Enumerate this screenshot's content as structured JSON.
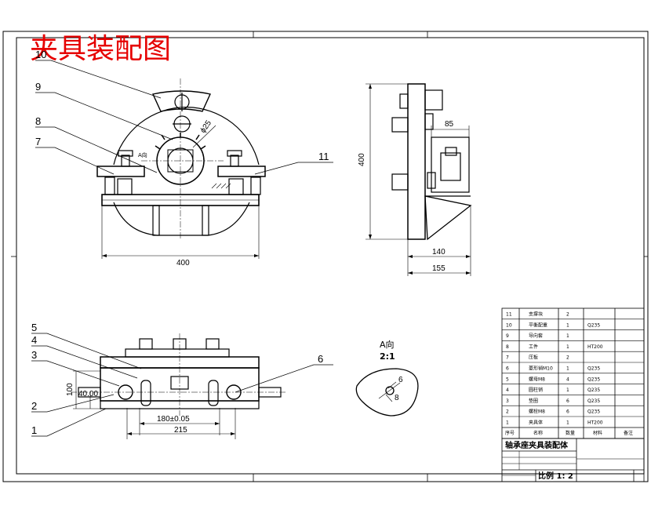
{
  "drawing": {
    "title": "夹具装配图",
    "scale_text": "比例 1: 2",
    "assembly_name": "轴承座夹具装配体",
    "view_label": "A向",
    "view_scale": "2:1",
    "section_marker": "A向",
    "diameter": "ϕ25"
  },
  "callouts": {
    "c1": "1",
    "c2": "2",
    "c3": "3",
    "c4": "4",
    "c5": "5",
    "c6": "6",
    "c7": "7",
    "c8": "8",
    "c9": "9",
    "c10": "10",
    "c11": "11"
  },
  "dimensions": {
    "front_width": "400",
    "side_height": "400",
    "side_85": "85",
    "side_140": "140",
    "side_155": "155",
    "top_100": "100",
    "top_40": "40.00",
    "top_180": "180±0.05",
    "top_215": "215",
    "detail_6": "6",
    "detail_8": "8"
  },
  "bom": {
    "rows": [
      {
        "no": "11",
        "name": "支撑块",
        "qty": "2",
        "material": ""
      },
      {
        "no": "10",
        "name": "平衡配重",
        "qty": "1",
        "material": "Q235"
      },
      {
        "no": "9",
        "name": "导向套",
        "qty": "1",
        "material": ""
      },
      {
        "no": "8",
        "name": "工件",
        "qty": "1",
        "material": "HT200"
      },
      {
        "no": "7",
        "name": "压板",
        "qty": "2",
        "material": ""
      },
      {
        "no": "6",
        "name": "菱形销M10",
        "qty": "1",
        "material": "Q235"
      },
      {
        "no": "5",
        "name": "螺母M8",
        "qty": "4",
        "material": "Q235"
      },
      {
        "no": "4",
        "name": "圆柱销",
        "qty": "1",
        "material": "Q235"
      },
      {
        "no": "3",
        "name": "垫圈",
        "qty": "6",
        "material": "Q235"
      },
      {
        "no": "2",
        "name": "螺栓M8",
        "qty": "6",
        "material": "Q235"
      },
      {
        "no": "1",
        "name": "夹具体",
        "qty": "1",
        "material": "HT200"
      }
    ],
    "header": {
      "no": "序号",
      "name": "名称",
      "qty": "数量",
      "material": "材料",
      "note": "备注"
    }
  }
}
